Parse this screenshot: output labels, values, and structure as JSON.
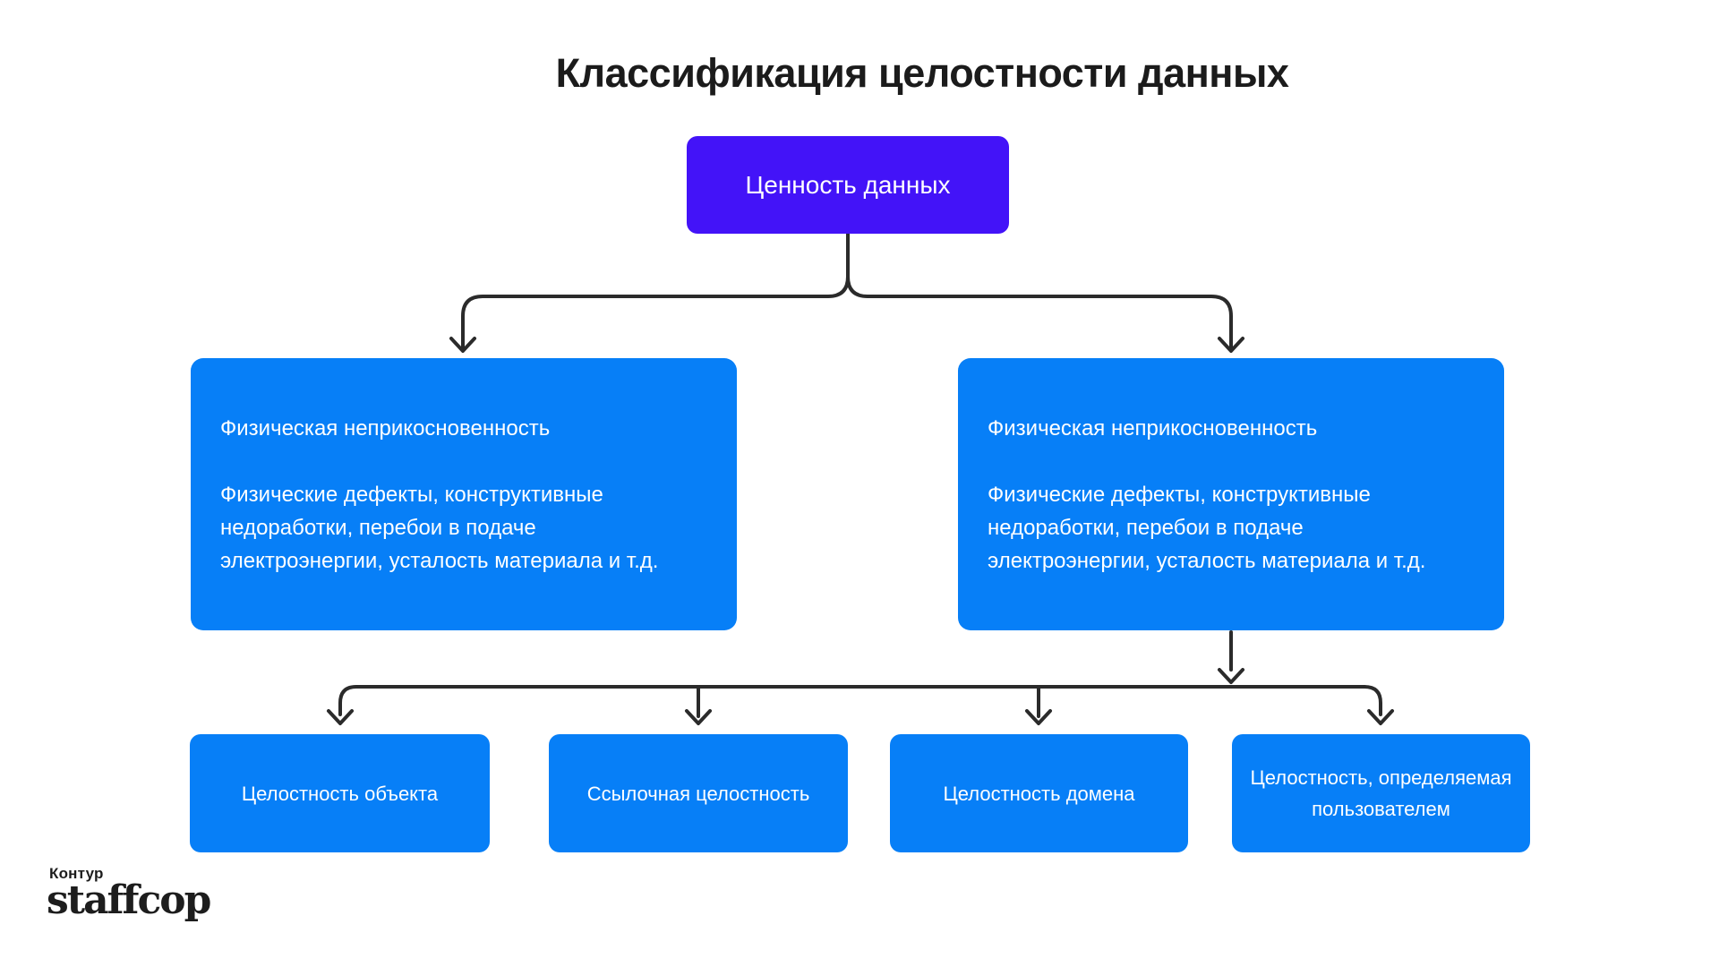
{
  "title": "Классификация целостности данных",
  "colors": {
    "purple": "#4313F8",
    "blue": "#077FF7",
    "line": "#2B2B2B",
    "ink": "#1C1C1C"
  },
  "root": {
    "label": "Ценность данных"
  },
  "branches": [
    {
      "heading": "Физическая неприкосновенность",
      "body": "Физические дефекты, конструктивные\nнедоработки, перебои в подаче\nэлектроэнергии, усталость материала и т.д."
    },
    {
      "heading": "Физическая неприкосновенность",
      "body": "Физические дефекты, конструктивные\nнедоработки, перебои в подаче\nэлектроэнергии, усталость материала и т.д."
    }
  ],
  "leaves": [
    {
      "label": "Целостность объекта"
    },
    {
      "label": "Ссылочная целостность"
    },
    {
      "label": "Целостность домена"
    },
    {
      "label": "Целостность, определяемая\nпользователем"
    }
  ],
  "logo": {
    "wordmark_top": "Контур",
    "wordmark_bottom": "staffcop"
  }
}
